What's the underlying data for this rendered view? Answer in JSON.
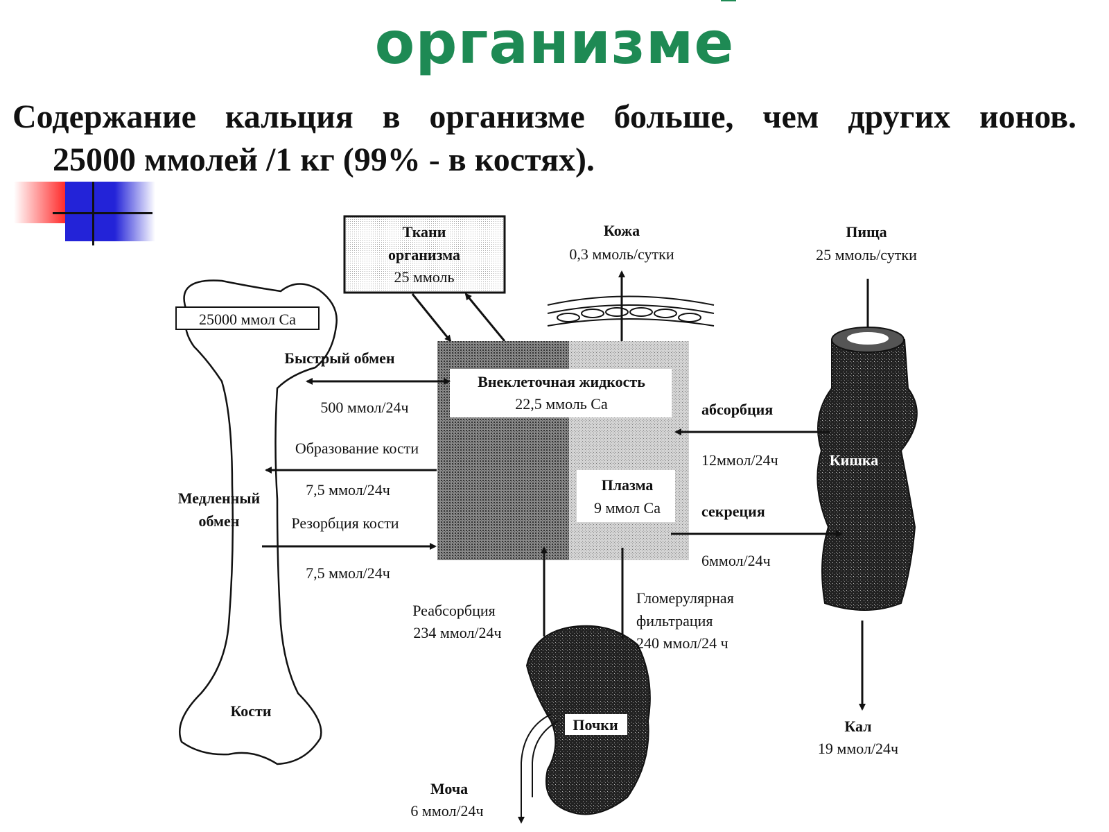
{
  "title": "организме",
  "intro": {
    "line1": "Содержание кальция в организме больше, чем других ионов.",
    "line2": "25000 ммолей /1 кг (99% - в костях)."
  },
  "diagram": {
    "tissues": {
      "l1": "Ткани",
      "l2": "организма",
      "l3": "25 ммоль"
    },
    "skin": {
      "label": "Кожа",
      "value": "0,3 ммоль/сутки"
    },
    "food": {
      "label": "Пища",
      "value": "25 ммоль/сутки"
    },
    "bone_ca": "25000 ммол Са",
    "fast_exchange": {
      "label": "Быстрый обмен",
      "value": "500 ммол/24ч"
    },
    "ecf": {
      "label": "Внеклеточная жидкость",
      "value": "22,5 ммоль Са"
    },
    "absorption": {
      "label": "абсорбция",
      "value": "12ммол/24ч"
    },
    "intestine": "Кишка",
    "bone_formation": {
      "label": "Образование кости",
      "value": "7,5 ммол/24ч"
    },
    "slow_exchange": {
      "l1": "Медленный",
      "l2": "обмен"
    },
    "plasma": {
      "label": "Плазма",
      "value": "9 ммол Са"
    },
    "secretion": {
      "label": "секреция",
      "value": "6ммол/24ч"
    },
    "bone_resorption": {
      "label": "Резорбция кости",
      "value": "7,5 ммол/24ч"
    },
    "glomerular": {
      "l1": "Гломерулярная",
      "l2": "фильтрация",
      "value": "240 ммол/24 ч"
    },
    "reabsorption": {
      "label": "Реабсорбция",
      "value": "234 ммол/24ч"
    },
    "bones": "Кости",
    "kidneys": "Почки",
    "feces": {
      "label": "Кал",
      "value": "19 ммол/24ч"
    },
    "urine": {
      "label": "Моча",
      "value": "6 ммол/24ч"
    }
  }
}
